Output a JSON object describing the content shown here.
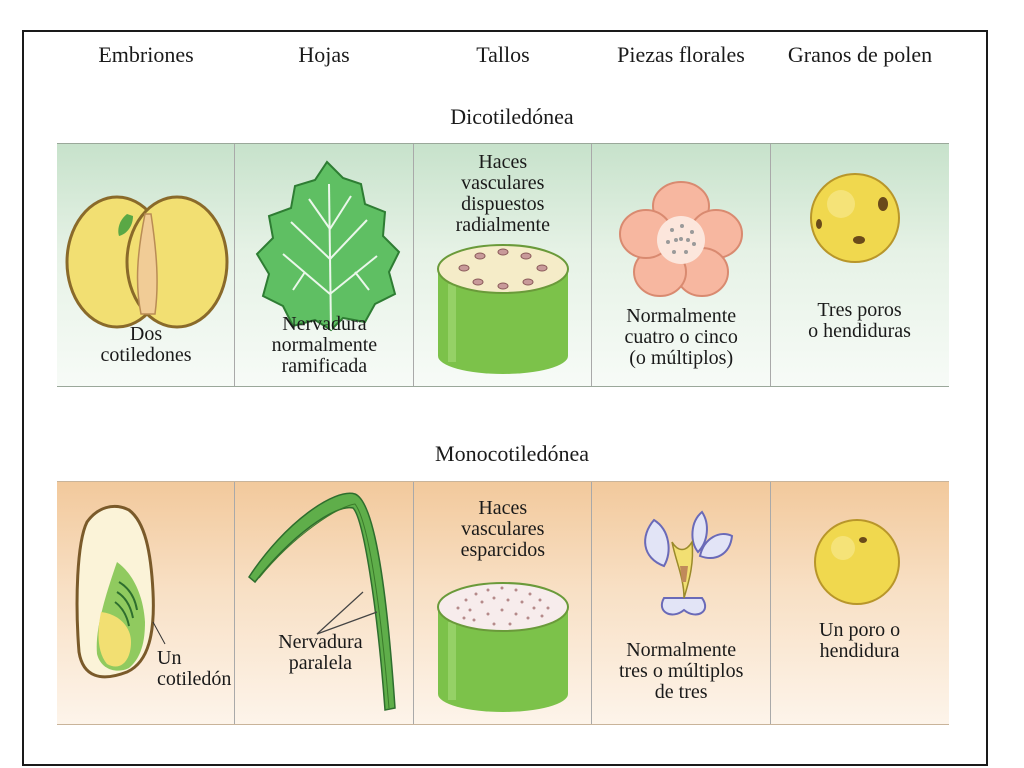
{
  "columns": [
    "Embriones",
    "Hojas",
    "Tallos",
    "Piezas florales",
    "Granos de polen"
  ],
  "dicot": {
    "title": "Dicotiledónea",
    "embryo": "Dos\ncotiledones",
    "leaf": "Nervadura\nnormalmente\nramificada",
    "stem": "Haces\nvasculares\ndispuestos\nradialmente",
    "flower": "Normalmente\ncuatro o cinco\n(o múltiplos)",
    "pollen": "Tres poros\no hendiduras"
  },
  "monocot": {
    "title": "Monocotiledónea",
    "embryo": "Un\ncotiledón",
    "leaf": "Nervadura\nparalela",
    "stem": "Haces\nvasculares\nesparcidos",
    "flower": "Normalmente\ntres o múltiplos\nde tres",
    "pollen": "Un poro o\nhendidura"
  },
  "colors": {
    "dicot_band": "#c7e2cb",
    "monocot_band": "#f2c99c",
    "seed_yellow": "#f2df72",
    "stem_green": "#7cc24a",
    "petal_pink": "#f7b7a0",
    "pollen_yellow": "#f0d84e"
  }
}
